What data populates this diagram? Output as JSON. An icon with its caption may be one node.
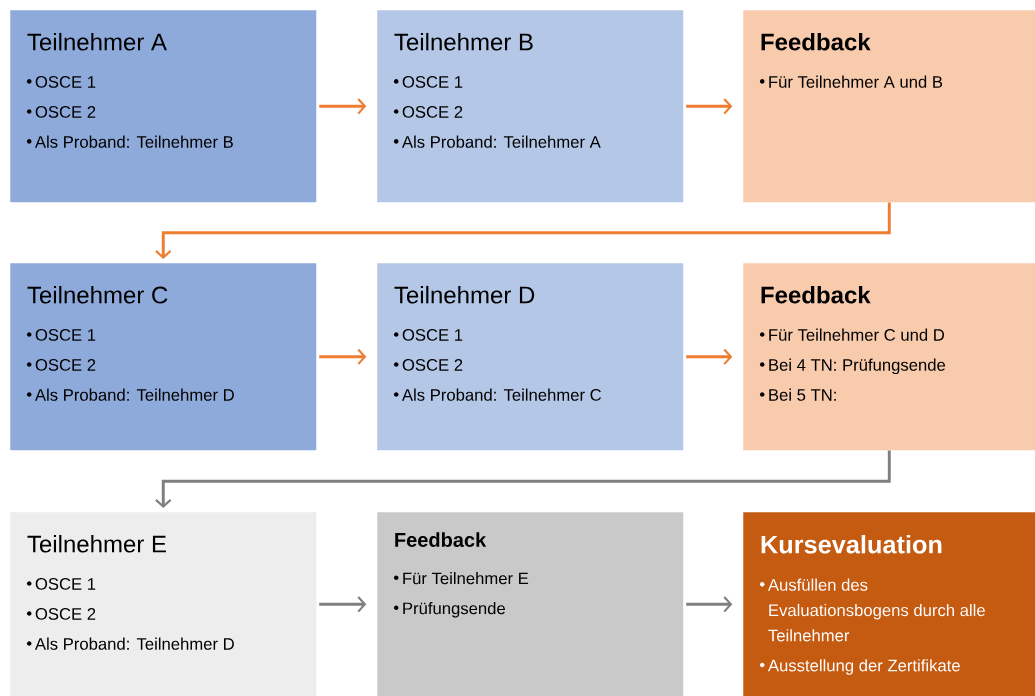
{
  "diagram": {
    "nodes": [
      {
        "text": [
          "Teilnehmer A",
          "OSCE 1",
          "OSCE 2",
          "Als Proband: Teilnehmer B"
        ]
      },
      {
        "text": [
          "Teilnehmer B",
          "OSCE 1",
          "OSCE 2",
          "Als Proband: Teilnehmer A"
        ]
      },
      {
        "text": [
          "Feedback",
          "Für Teilnehmer A und B"
        ]
      },
      {
        "text": [
          "Teilnehmer C",
          "OSCE 1",
          "OSCE 2",
          "Als Proband: Teilnehmer D"
        ]
      },
      {
        "text": [
          "Teilnehmer D",
          "OSCE 1",
          "OSCE 2",
          "Als Proband: Teilnehmer C"
        ]
      },
      {
        "text": [
          "Feedback",
          "Für Teilnehmer C und D",
          "Bei 4 TN: Prüfungsende",
          "Bei 5 TN:"
        ]
      },
      {
        "text": [
          "Teilnehmer E",
          "OSCE 1",
          "OSCE 2",
          "Als Proband: Teilnehmer D"
        ]
      },
      {
        "text": [
          "Feedback",
          "Für Teilnehmer E",
          "Prüfungsende"
        ]
      },
      {
        "text": [
          "Kursevaluation",
          "Ausfüllen des Evaluationsbogens durch alle Teilnehmer",
          "Ausstellung der Zertifikate"
        ]
      }
    ],
    "edges": [
      {
        "from": 0,
        "to": 1,
        "arrow": "to"
      },
      {
        "from": 1,
        "to": 2,
        "arrow": "to"
      },
      {
        "from": 2,
        "to": 3,
        "arrow": "to"
      },
      {
        "from": 3,
        "to": 4,
        "arrow": "to"
      },
      {
        "from": 4,
        "to": 5,
        "arrow": "to"
      },
      {
        "from": 5,
        "to": 6,
        "arrow": "to",
        "color": "#7f7f7f"
      },
      {
        "from": 6,
        "to": 7,
        "arrow": "to",
        "color": "#7f7f7f"
      },
      {
        "from": 7,
        "to": 8,
        "arrow": "to",
        "color": "#7f7f7f"
      }
    ]
  }
}
